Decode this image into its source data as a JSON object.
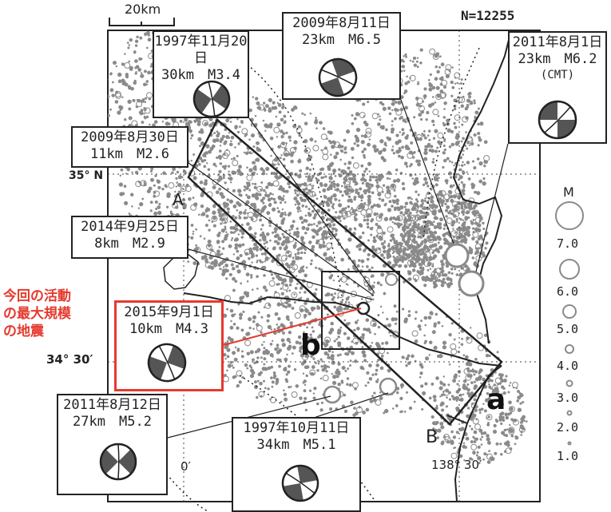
{
  "map": {
    "scale_label": "20km",
    "count": "N=12255",
    "lat_35": "35° N",
    "lat_3430": "34° 30′",
    "lon_13830": "138° 30′",
    "lon_partial": "0′",
    "line_start": "A",
    "line_end": "B",
    "region_a": "a",
    "region_b": "b",
    "current_activity_note": [
      "今回の活動",
      "の最大規模",
      "の地震"
    ]
  },
  "legend": {
    "title": "M",
    "magnitudes": [
      "7.0",
      "6.0",
      "5.0",
      "4.0",
      "3.0",
      "2.0",
      "1.0"
    ]
  },
  "events": [
    {
      "date": "1997年11月20日",
      "depth_mag": "30km　M3.4",
      "extra": ""
    },
    {
      "date": "2009年8月11日",
      "depth_mag": "23km　M6.5",
      "extra": ""
    },
    {
      "date": "2011年8月1日",
      "depth_mag": "23km　M6.2",
      "extra": "(CMT)"
    },
    {
      "date": "2009年8月30日",
      "depth_mag": "11km　M2.6",
      "extra": ""
    },
    {
      "date": "2014年9月25日",
      "depth_mag": "8km　M2.9",
      "extra": ""
    },
    {
      "date": "2015年9月1日",
      "depth_mag": "10km　M4.3",
      "extra": ""
    },
    {
      "date": "2011年8月12日",
      "depth_mag": "27km　M5.2",
      "extra": ""
    },
    {
      "date": "1997年10月11日",
      "depth_mag": "34km　M5.1",
      "extra": ""
    }
  ],
  "colors": {
    "highlight_red": "#e53a2e",
    "epicenter_gray": "#8a8a8a",
    "line_dark": "#222222"
  }
}
